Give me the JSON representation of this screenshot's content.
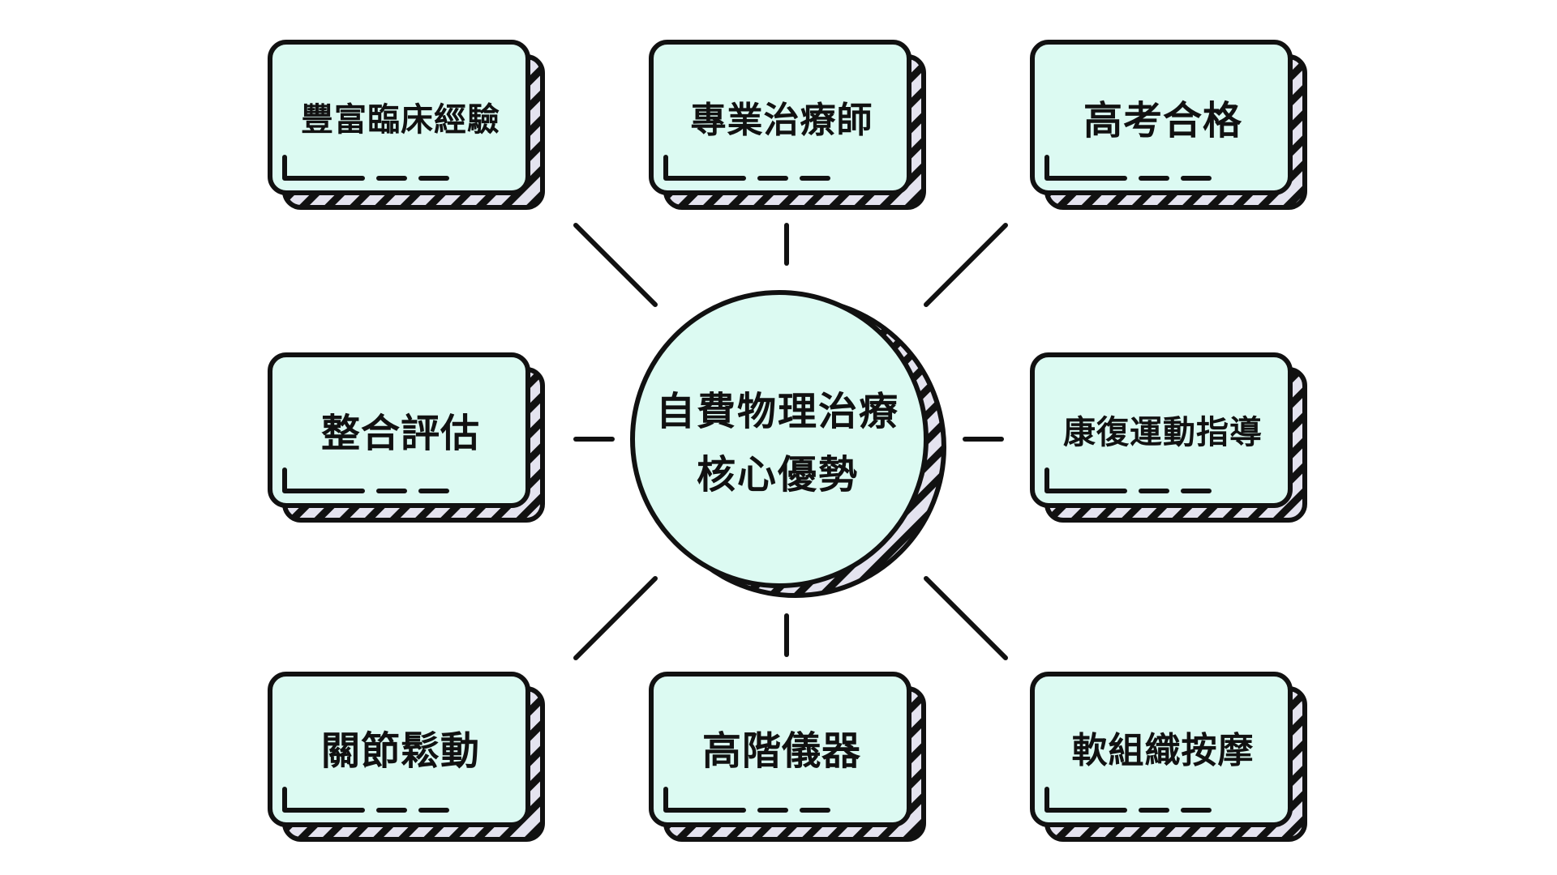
{
  "center": {
    "line1": "自費物理治療",
    "line2": "核心優勢"
  },
  "cards": [
    {
      "label": "豐富臨床經驗"
    },
    {
      "label": "專業治療師"
    },
    {
      "label": "高考合格"
    },
    {
      "label": "整合評估"
    },
    {
      "label": "康復運動指導"
    },
    {
      "label": "關節鬆動"
    },
    {
      "label": "高階儀器"
    },
    {
      "label": "軟組織按摩"
    }
  ],
  "colors": {
    "card_fill": "#dcfaf2",
    "stripe_fill": "#e4e3ef",
    "outline": "#111111",
    "background": "#ffffff"
  }
}
